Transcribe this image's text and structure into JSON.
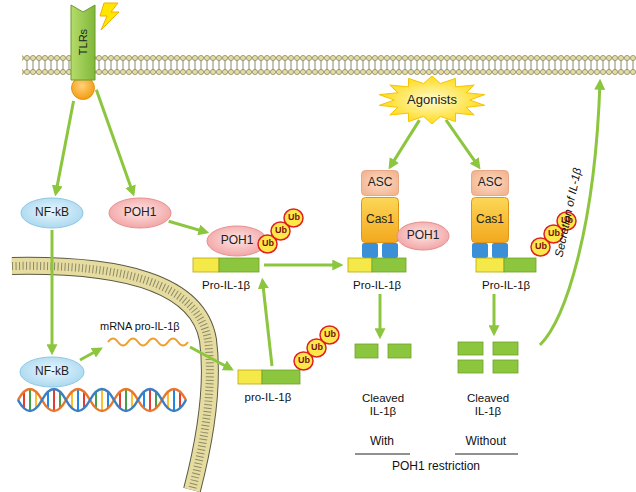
{
  "diagram": {
    "nodes": [
      {
        "text": [
          "TLRs"
        ]
      },
      {
        "text": [
          "NF-kB"
        ]
      },
      {
        "text": [
          "POH1"
        ]
      },
      {
        "text": [
          "Agonists"
        ]
      },
      {
        "text": [
          "ASC"
        ]
      },
      {
        "text": [
          "ASC"
        ]
      },
      {
        "text": [
          "Cas1"
        ]
      },
      {
        "text": [
          "Cas1"
        ]
      },
      {
        "text": [
          "POH1"
        ]
      },
      {
        "text": [
          "Ub"
        ]
      },
      {
        "text": [
          "Ub"
        ]
      },
      {
        "text": [
          "Ub"
        ]
      },
      {
        "text": [
          "POH1"
        ]
      },
      {
        "text": [
          "Ub"
        ]
      },
      {
        "text": [
          "Ub"
        ]
      },
      {
        "text": [
          "Ub"
        ]
      },
      {
        "text": [
          "NF-kB"
        ]
      },
      {
        "text": [
          "Ub"
        ]
      },
      {
        "text": [
          "Ub"
        ]
      },
      {
        "text": [
          "Ub"
        ]
      }
    ],
    "edges": [
      {
        "from": 0,
        "to": 1,
        "arrow": "to"
      },
      {
        "from": 0,
        "to": 2,
        "arrow": "to"
      },
      {
        "from": 1,
        "to": 16,
        "arrow": "to"
      },
      {
        "from": 2,
        "to": 8,
        "arrow": "to"
      },
      {
        "from": 3,
        "to": 4,
        "arrow": "to"
      },
      {
        "from": 3,
        "to": 5,
        "arrow": "to"
      }
    ],
    "labels": [
      "Pro-IL-1β",
      "Pro-IL-1β",
      "Pro-IL-1β",
      "mRNA pro-IL-1β",
      "pro-IL-1β",
      "Cleaved IL-1β",
      "Cleaved IL-1β",
      "With",
      "Without",
      "POH1 restriction",
      "Secretion of IL-1β"
    ]
  }
}
